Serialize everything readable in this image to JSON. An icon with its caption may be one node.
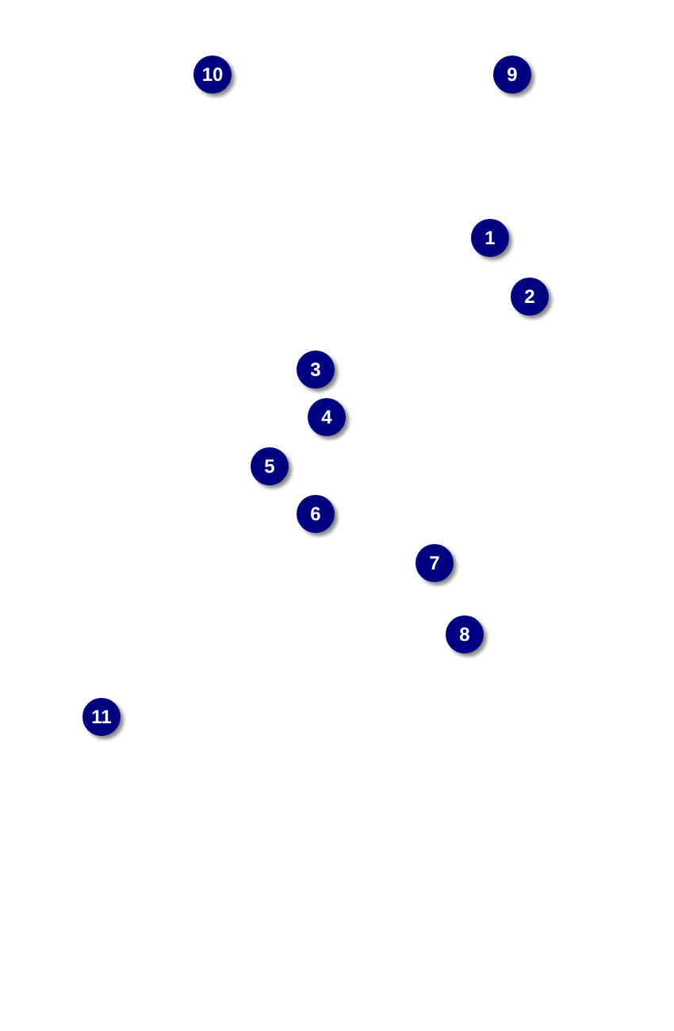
{
  "diagram": {
    "labels": [
      "10",
      "9",
      "1",
      "2",
      "3",
      "4",
      "5",
      "6",
      "7",
      "8",
      "11"
    ]
  }
}
